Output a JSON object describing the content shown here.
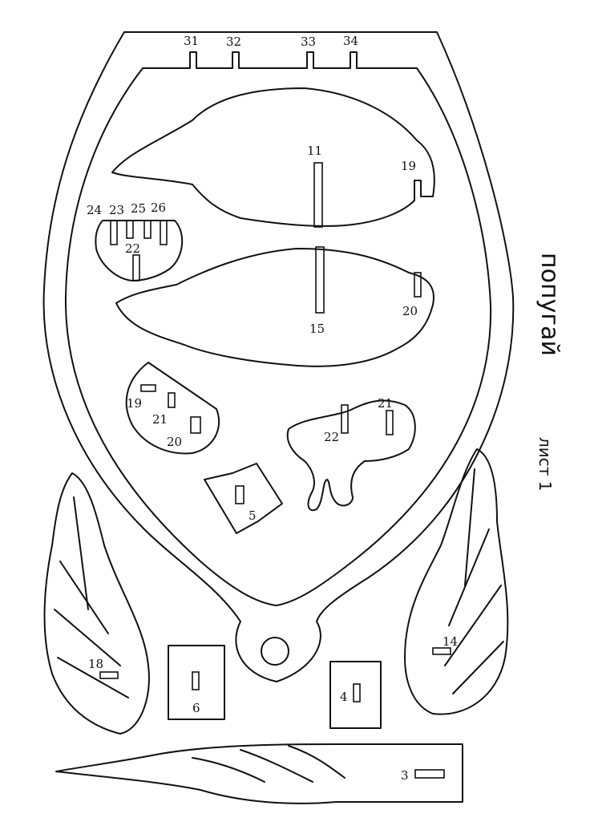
{
  "title": "попугай",
  "sheet": "лист 1",
  "labels": {
    "l31": "31",
    "l32": "32",
    "l33": "33",
    "l34": "34",
    "l11": "11",
    "l19a": "19",
    "l15": "15",
    "l20a": "20",
    "l24": "24",
    "l23": "23",
    "l25": "25",
    "l26": "26",
    "l22a": "22",
    "l19b": "19",
    "l21a": "21",
    "l20b": "20",
    "l22b": "22",
    "l21b": "21",
    "l5": "5",
    "l18": "18",
    "l14": "14",
    "l6": "6",
    "l4": "4",
    "l3": "3"
  },
  "colors": {
    "line": "#111111",
    "paper": "#ffffff"
  }
}
